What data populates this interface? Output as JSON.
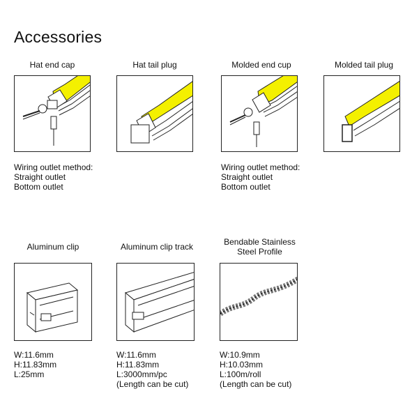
{
  "page": {
    "title": "Accessories"
  },
  "items": [
    {
      "caption": "Hat end cap",
      "specs": [
        "Wiring outlet method:",
        "Straight outlet",
        "Bottom outlet"
      ]
    },
    {
      "caption": "Hat  tail  plug",
      "specs": []
    },
    {
      "caption": "Molded  end  cup",
      "specs": [
        "Wiring outlet method:",
        "Straight outlet",
        "Bottom outlet"
      ]
    },
    {
      "caption": "Molded  tail  plug",
      "specs": []
    },
    {
      "caption": "Aluminum clip",
      "specs": [
        "W:11.6mm",
        "H:11.83mm",
        "L:25mm"
      ]
    },
    {
      "caption": "Aluminum clip track",
      "specs": [
        "W:11.6mm",
        "H:11.83mm",
        "L:3000mm/pc",
        "(Length can be cut)"
      ]
    },
    {
      "caption_lines": [
        "Bendable Stainless",
        "Steel Profile"
      ],
      "specs": [
        "W:10.9mm",
        "H:10.03mm",
        "L:100m/roll",
        "(Length can be cut)"
      ]
    }
  ],
  "colors": {
    "led": "#f4f000",
    "line": "#222222",
    "profile": "#9a9a9a"
  }
}
